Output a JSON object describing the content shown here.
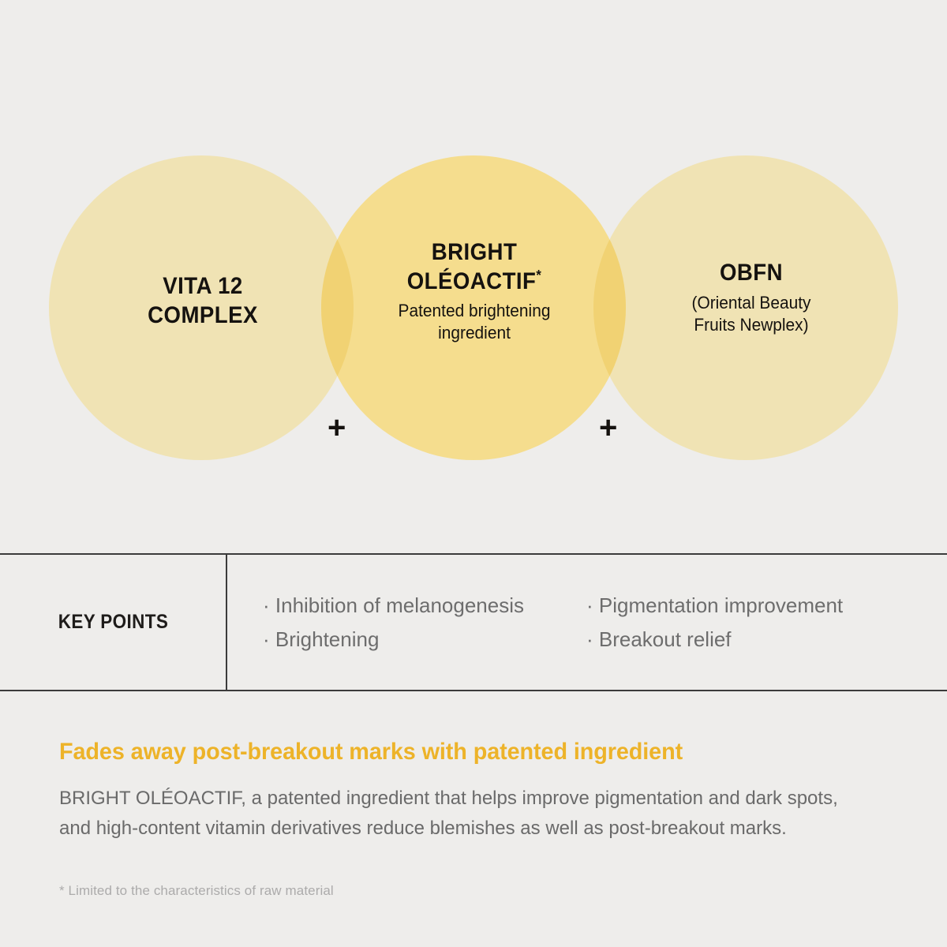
{
  "colors": {
    "background": "#eeedeb",
    "circle_side": "#f0e3b4",
    "circle_center": "#f5dd8e",
    "overlap": "#f2d470",
    "accent": "#edb329",
    "body_text": "#6a6a6a",
    "heading_text": "#15120f",
    "rule": "#3b3b3b",
    "footnote_text": "#acabab"
  },
  "venn": {
    "circles": [
      {
        "id": "vita-12-complex",
        "title_lines": [
          "VITA 12",
          "COMPLEX"
        ],
        "subtitle_lines": []
      },
      {
        "id": "bright-oleoactif",
        "title_lines": [
          "BRIGHT",
          "OLÉOACTIF"
        ],
        "superscript": "*",
        "subtitle_lines": [
          "Patented brightening",
          "ingredient"
        ]
      },
      {
        "id": "obfn",
        "title_lines": [
          "OBFN"
        ],
        "subtitle_lines": [
          "(Oriental Beauty",
          "Fruits Newplex)"
        ]
      }
    ],
    "operators": [
      "+",
      "+"
    ]
  },
  "key_points": {
    "label": "KEY POINTS",
    "columns": [
      [
        "· Inhibition of melanogenesis",
        "· Brightening"
      ],
      [
        "· Pigmentation improvement",
        "· Breakout relief"
      ]
    ]
  },
  "bottom": {
    "headline": "Fades away post-breakout marks with patented ingredient",
    "body_lines": [
      "BRIGHT OLÉOACTIF, a patented ingredient that helps improve pigmentation and dark spots,",
      "and high-content vitamin derivatives reduce blemishes as well as post-breakout marks."
    ],
    "footnote": "* Limited to the characteristics of raw material"
  }
}
